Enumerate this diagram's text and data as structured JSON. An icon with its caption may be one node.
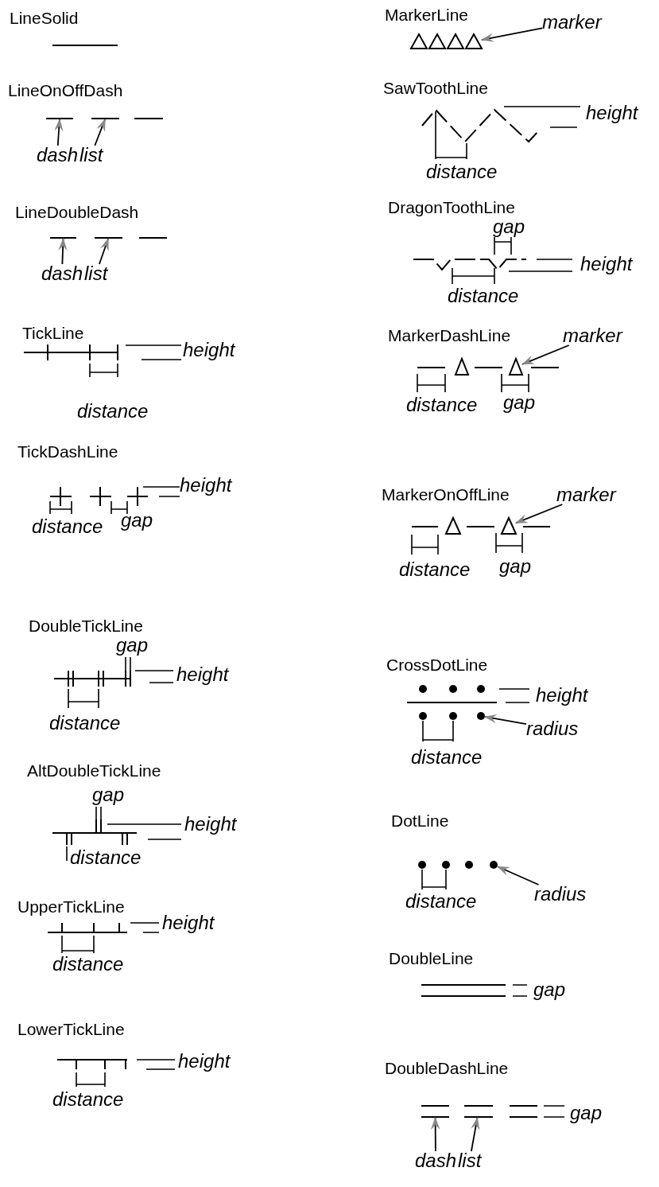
{
  "diagram": {
    "nodes": [
      {
        "text": [],
        "shape": "bar"
      },
      {
        "text": [],
        "shape": "bar"
      },
      {
        "text": [
          "dash"
        ]
      },
      {
        "text": [
          "list"
        ]
      },
      {
        "text": [],
        "shape": "bar"
      },
      {
        "text": [],
        "shape": "bar"
      },
      {
        "text": [
          "dash"
        ]
      },
      {
        "text": [
          "list"
        ]
      },
      {
        "text": [
          "marker"
        ]
      },
      {
        "text": [],
        "shape": "triangle"
      },
      {
        "text": [
          "marker"
        ]
      },
      {
        "text": [],
        "shape": "triangle"
      },
      {
        "text": [
          "marker"
        ]
      },
      {
        "text": [],
        "shape": "triangle"
      },
      {
        "text": [
          "radius"
        ]
      },
      {
        "text": [],
        "shape": "circle"
      },
      {
        "text": [
          "radius"
        ]
      },
      {
        "text": [],
        "shape": "circle"
      },
      {
        "text": [],
        "shape": "bar"
      },
      {
        "text": [],
        "shape": "bar"
      },
      {
        "text": [
          "dash"
        ]
      },
      {
        "text": [
          "list"
        ]
      }
    ],
    "edges": [
      {
        "from": 2,
        "to": 0,
        "arrow": "to"
      },
      {
        "from": 3,
        "to": 1,
        "arrow": "to"
      },
      {
        "from": 6,
        "to": 4,
        "arrow": "to"
      },
      {
        "from": 7,
        "to": 5,
        "arrow": "to"
      },
      {
        "from": 8,
        "to": 9,
        "arrow": "to"
      },
      {
        "from": 10,
        "to": 11,
        "arrow": "to"
      },
      {
        "from": 12,
        "to": 13,
        "arrow": "to"
      },
      {
        "from": 14,
        "to": 15,
        "arrow": "to"
      },
      {
        "from": 16,
        "to": 17,
        "arrow": "to"
      },
      {
        "from": 20,
        "to": 18,
        "arrow": "to"
      },
      {
        "from": 21,
        "to": 19,
        "arrow": "to"
      }
    ],
    "labels": [
      "LineSolid",
      "LineOnOffDash",
      "LineDoubleDash",
      "TickLine",
      "height",
      "distance",
      "TickDashLine",
      "height",
      "distance",
      "gap",
      "DoubleTickLine",
      "gap",
      "height",
      "distance",
      "AltDoubleTickLine",
      "gap",
      "height",
      "distance",
      "UpperTickLine",
      "height",
      "distance",
      "LowerTickLine",
      "height",
      "distance",
      "MarkerLine",
      "SawToothLine",
      "height",
      "distance",
      "DragonToothLine",
      "gap",
      "height",
      "distance",
      "MarkerDashLine",
      "distance",
      "gap",
      "MarkerOnOffLine",
      "distance",
      "gap",
      "CrossDotLine",
      "height",
      "distance",
      "DotLine",
      "distance",
      "DoubleLine",
      "gap",
      "DoubleDashLine",
      "gap"
    ]
  }
}
